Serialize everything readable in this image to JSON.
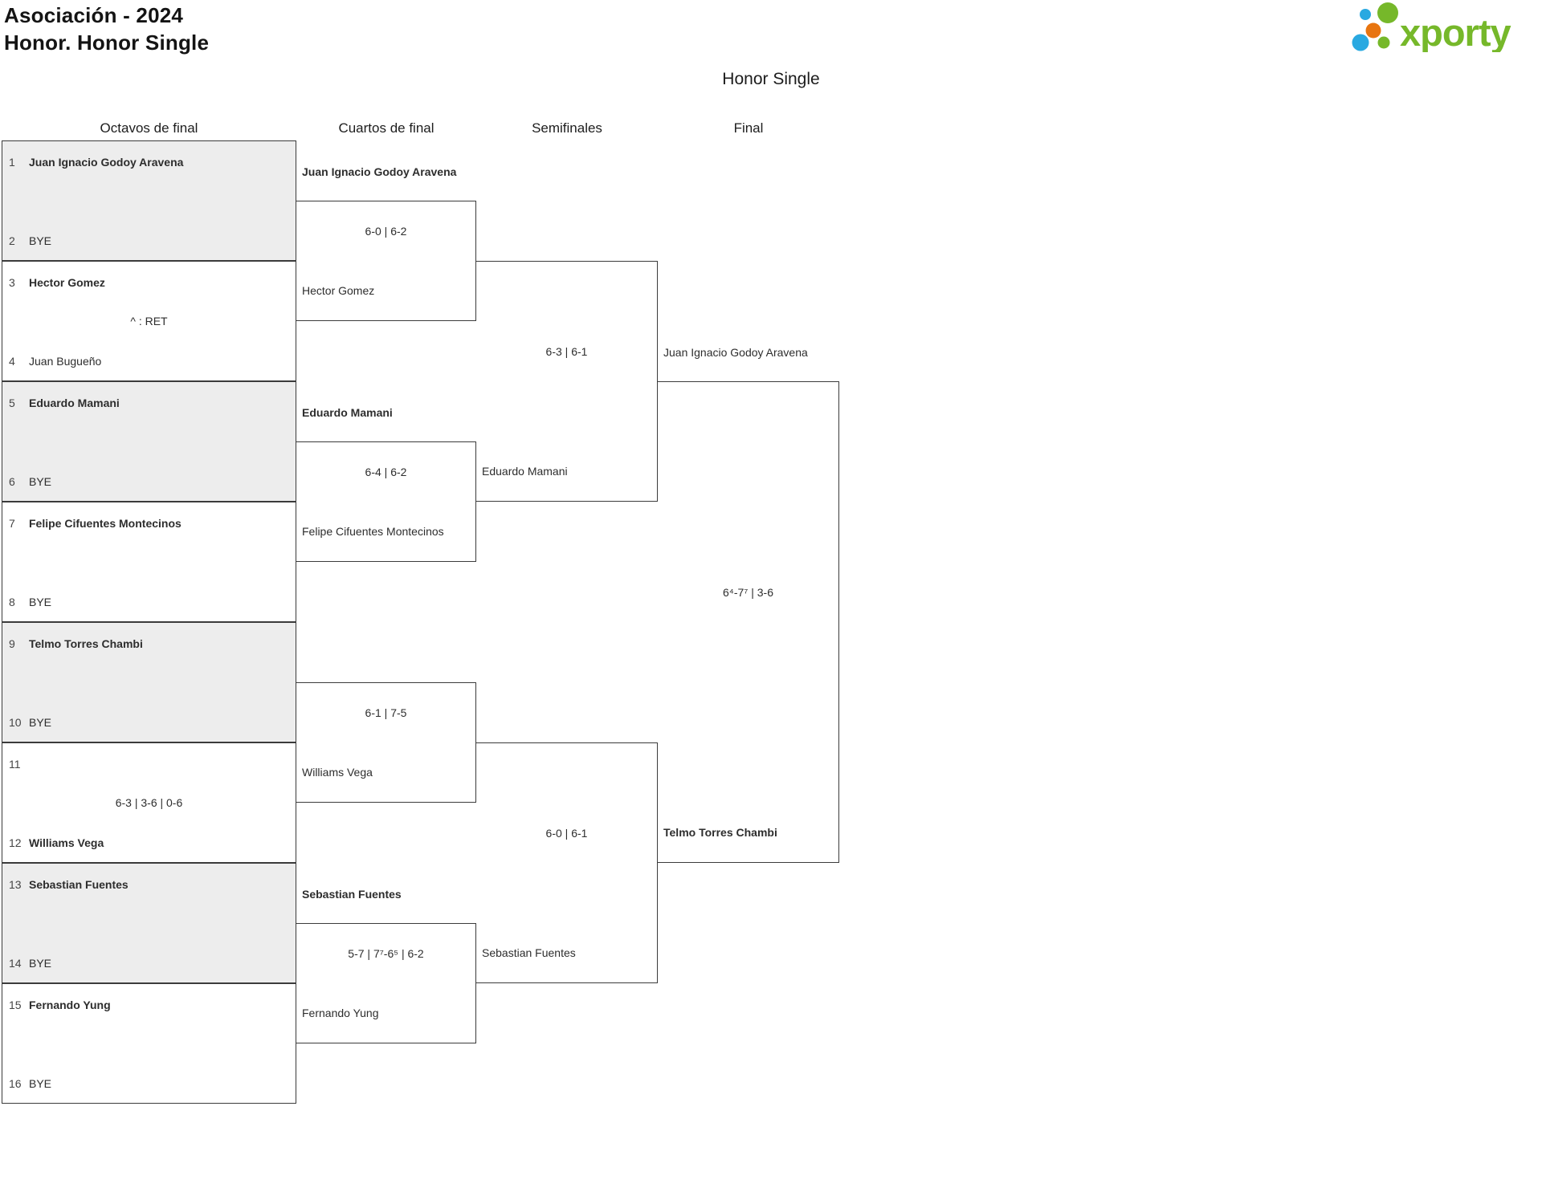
{
  "header": {
    "title_line1": "Asociación - 2024",
    "title_line2": "Honor. Honor Single",
    "logo_text": "xporty"
  },
  "bracket_title": "Honor Single",
  "round_headers": [
    "Octavos de final",
    "Cuartos de final",
    "Semifinales",
    "Final"
  ],
  "colors": {
    "logo_green": "#76b82a",
    "logo_blue": "#29a9e1",
    "logo_orange": "#e8750f",
    "box_grey": "#ededed",
    "border": "#3b3b3b"
  },
  "round1": {
    "matches": [
      {
        "seed1": "1",
        "player1": "Juan Ignacio Godoy Aravena",
        "seed2": "2",
        "player2": "BYE",
        "note": "",
        "winner": "player1"
      },
      {
        "seed1": "3",
        "player1": "Hector Gomez",
        "seed2": "4",
        "player2": "Juan Bugueño",
        "note": "^ : RET",
        "winner": "player1"
      },
      {
        "seed1": "5",
        "player1": "Eduardo Mamani",
        "seed2": "6",
        "player2": "BYE",
        "note": "",
        "winner": "player1"
      },
      {
        "seed1": "7",
        "player1": "Felipe Cifuentes Montecinos",
        "seed2": "8",
        "player2": "BYE",
        "note": "",
        "winner": "player1"
      },
      {
        "seed1": "9",
        "player1": "Telmo Torres Chambi",
        "seed2": "10",
        "player2": "BYE",
        "note": "",
        "winner": "player1"
      },
      {
        "seed1": "11",
        "player1": "",
        "seed2": "12",
        "player2": "Williams Vega",
        "note": "6-3 | 3-6 | 0-6",
        "winner": "player2"
      },
      {
        "seed1": "13",
        "player1": "Sebastian Fuentes",
        "seed2": "14",
        "player2": "BYE",
        "note": "",
        "winner": "player1"
      },
      {
        "seed1": "15",
        "player1": "Fernando Yung",
        "seed2": "16",
        "player2": "BYE",
        "note": "",
        "winner": "player1"
      }
    ]
  },
  "quarterfinals": {
    "matches": [
      {
        "top": "Juan Ignacio Godoy Aravena",
        "score": "6-0 | 6-2",
        "bottom": "Hector Gomez",
        "winner": "top"
      },
      {
        "top": "Eduardo Mamani",
        "score": "6-4 | 6-2",
        "bottom": "Felipe Cifuentes Montecinos",
        "winner": "top"
      },
      {
        "top": "",
        "score": "6-1 | 7-5",
        "bottom": "Williams Vega",
        "winner": "top"
      },
      {
        "top": "Sebastian Fuentes",
        "score": "5-7 | 7⁷-6⁵ | 6-2",
        "bottom": "Fernando Yung",
        "winner": "top"
      }
    ]
  },
  "semifinals": {
    "matches": [
      {
        "top": "",
        "score": "6-3 | 6-1",
        "bottom": "Eduardo Mamani",
        "winner": "top"
      },
      {
        "top": "",
        "score": "6-0 | 6-1",
        "bottom": "Sebastian Fuentes",
        "winner": "top"
      }
    ]
  },
  "final": {
    "matches": [
      {
        "top": "Juan Ignacio Godoy Aravena",
        "score": "6⁴-7⁷ | 3-6",
        "bottom": "Telmo Torres Chambi",
        "winner": "bottom"
      }
    ]
  }
}
